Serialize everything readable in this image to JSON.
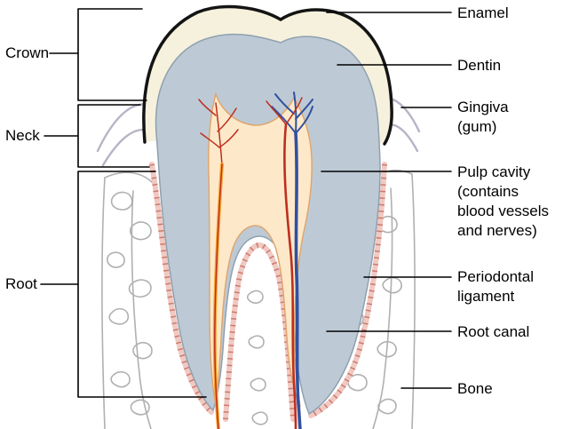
{
  "labels": {
    "left": [
      {
        "text": "Crown"
      },
      {
        "text": "Neck"
      },
      {
        "text": "Root"
      }
    ],
    "right": [
      {
        "text": "Enamel"
      },
      {
        "text": "Dentin"
      },
      {
        "text": "Gingiva (gum)"
      },
      {
        "text": "Pulp cavity (contains blood vessels and nerves)"
      },
      {
        "text": "Periodontal ligament"
      },
      {
        "text": "Root canal"
      },
      {
        "text": "Bone"
      }
    ]
  },
  "colors": {
    "enamel": "#f6f1dd",
    "dentin": "#bdcad6",
    "pulp": "#fde9c9",
    "artery": "#bf2e1e",
    "vein": "#31519f",
    "vessel_orange": "#f5a733",
    "ligament_pink": "#f0c9c2",
    "ligament_tick": "#cc7a6e",
    "bone_outline": "#b0b0b0",
    "gum_outline": "#b9b3c6",
    "leader_line": "#000000"
  }
}
